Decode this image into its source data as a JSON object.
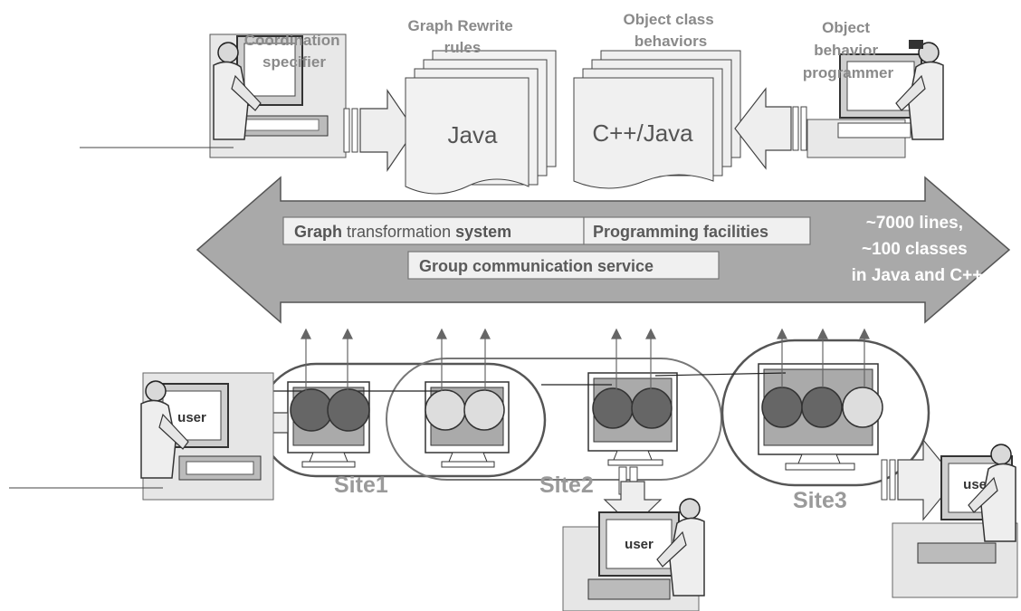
{
  "labels": {
    "coordination_l1": "Coordination",
    "coordination_l2": "specifier",
    "graph_rewrite_l1": "Graph Rewrite",
    "graph_rewrite_l2": "rules",
    "object_class_l1": "Object class",
    "object_class_l2": "behaviors",
    "object_prog_l1": "Object",
    "object_prog_l2": "behavior",
    "object_prog_l3": "programmer"
  },
  "docs": {
    "java": "Java",
    "cpp_java": "C++/Java"
  },
  "layers": {
    "graph_bold": "Graph",
    "graph_mid": " transformation ",
    "graph_end": "system",
    "programming": "Programming facilities",
    "group": "Group communication service"
  },
  "stats": {
    "l1": "~7000 lines,",
    "l2": "~100 classes",
    "l3": "in Java and C++"
  },
  "sites": {
    "s1": "Site1",
    "s2": "Site2",
    "s3": "Site3"
  },
  "users": {
    "label": "user"
  },
  "colors": {
    "arrow_fill": "#a9a9a9",
    "replica_dark": "#666666",
    "replica_light": "#dddddd",
    "site_label": "#9a9a9a"
  }
}
